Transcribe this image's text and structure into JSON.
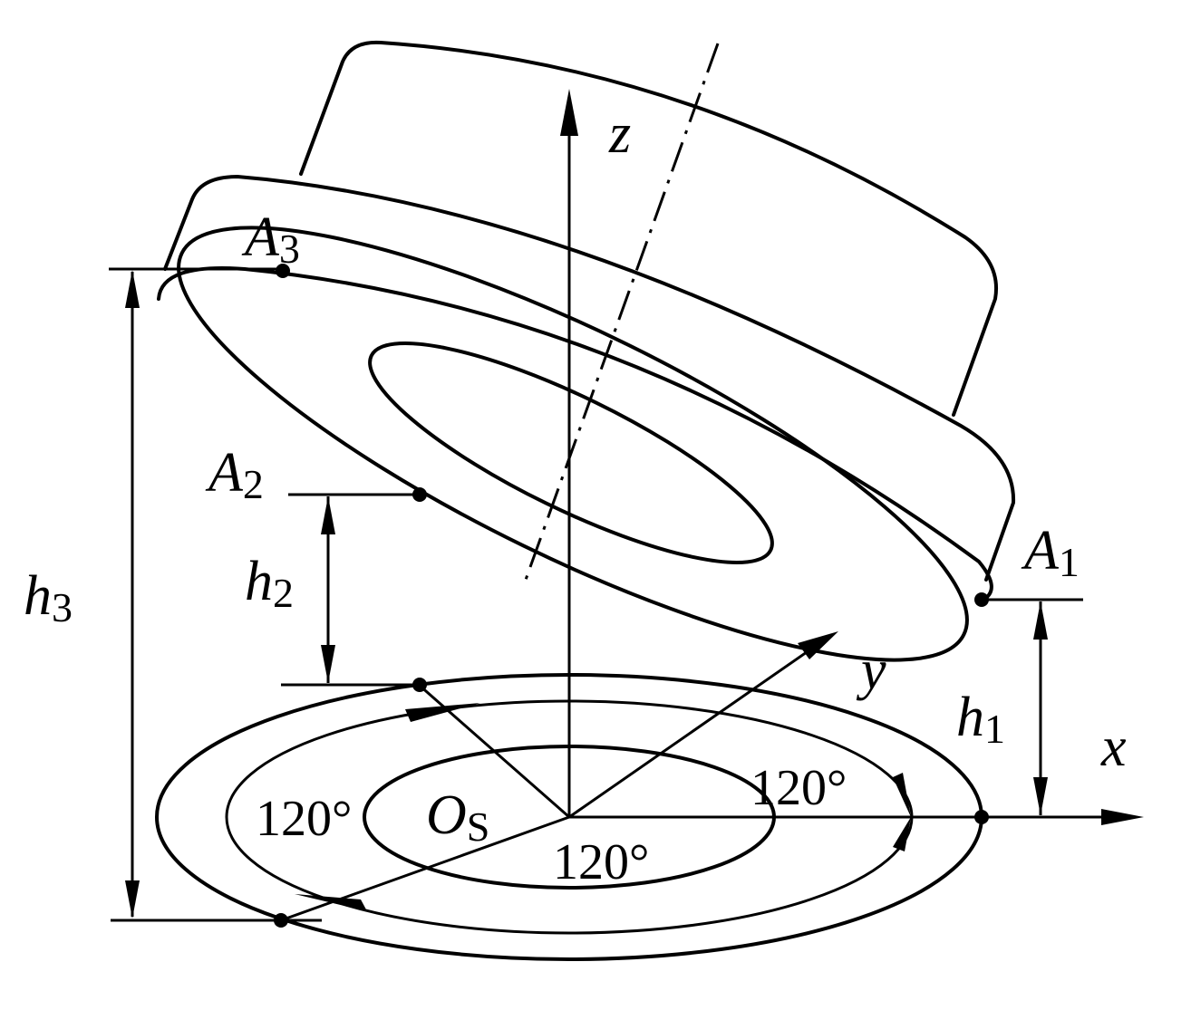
{
  "points": {
    "A1": {
      "letter": "A",
      "index": "1"
    },
    "A2": {
      "letter": "A",
      "index": "2"
    },
    "A3": {
      "letter": "A",
      "index": "3"
    }
  },
  "heights": {
    "h1": {
      "letter": "h",
      "index": "1"
    },
    "h2": {
      "letter": "h",
      "index": "2"
    },
    "h3": {
      "letter": "h",
      "index": "3"
    }
  },
  "axes": {
    "x": "x",
    "y": "y",
    "z": "z"
  },
  "origin": {
    "letter": "O",
    "index": "S"
  },
  "angles": {
    "left": "120°",
    "bottom": "120°",
    "right": "120°"
  }
}
